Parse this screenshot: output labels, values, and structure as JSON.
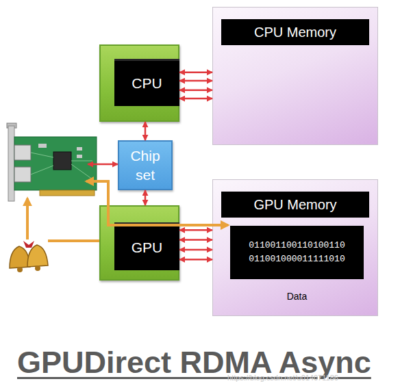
{
  "diagram": {
    "title": "GPUDirect RDMA Async",
    "nodes": [
      {
        "text": [
          "CPU Memory"
        ]
      },
      {
        "text": [
          "CPU"
        ]
      },
      {
        "text": [
          "Chip set"
        ]
      },
      {
        "text": [
          "GPU"
        ]
      },
      {
        "text": [
          "GPU Memory"
        ]
      },
      {
        "text": [
          "011001100110100110 011001000011111010",
          "Data"
        ],
        "in": 4
      }
    ],
    "edges": [
      {
        "from": 1,
        "to": 0,
        "arrow": "both"
      },
      {
        "from": 1,
        "to": 0,
        "arrow": "both"
      },
      {
        "from": 1,
        "to": 0,
        "arrow": "both"
      },
      {
        "from": 1,
        "to": 0,
        "arrow": "both"
      },
      {
        "from": 1,
        "to": 2,
        "arrow": "both"
      },
      {
        "from": 2,
        "to": 3,
        "arrow": "both"
      },
      {
        "from": 3,
        "to": 4,
        "arrow": "both"
      },
      {
        "from": 3,
        "to": 4,
        "arrow": "both"
      },
      {
        "from": 3,
        "to": 4,
        "arrow": "both"
      },
      {
        "from": 3,
        "to": 4,
        "arrow": "both"
      }
    ],
    "labels": [
      "https://blog.csdn.net/u014071186"
    ]
  }
}
